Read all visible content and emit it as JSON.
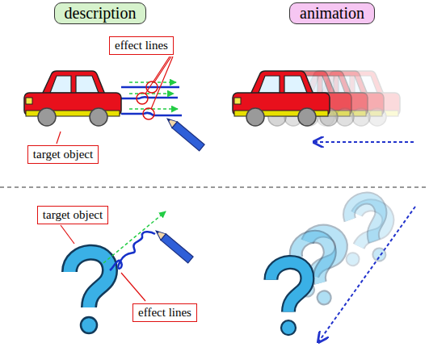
{
  "diagram": {
    "nodes": [
      {
        "text": [
          "description"
        ]
      },
      {
        "text": [
          "animation"
        ]
      },
      {
        "text": [
          "effect lines"
        ]
      },
      {
        "text": [
          "target object"
        ]
      },
      {
        "text": [
          "target object"
        ]
      },
      {
        "text": [
          "effect lines"
        ]
      }
    ]
  }
}
